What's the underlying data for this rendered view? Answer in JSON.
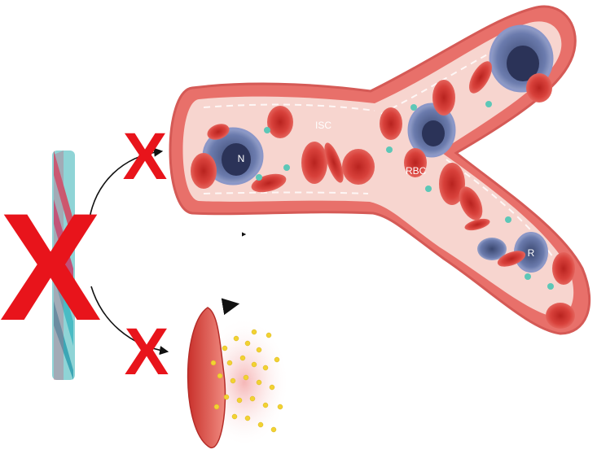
{
  "labels": {
    "neutrophil": "N",
    "isc": "ISC",
    "rbc": "RBC",
    "reticulocyte": "R"
  },
  "marks": {
    "big_cross": "X",
    "cross_top": "X",
    "cross_bottom": "X"
  },
  "colors": {
    "vessel_wall": "#e8706a",
    "vessel_lumen": "#f7d5cf",
    "rbc": "#d8413b",
    "white_cell": "#5a6c9e",
    "cross": "#e8141b",
    "particles": "#f2d232"
  }
}
